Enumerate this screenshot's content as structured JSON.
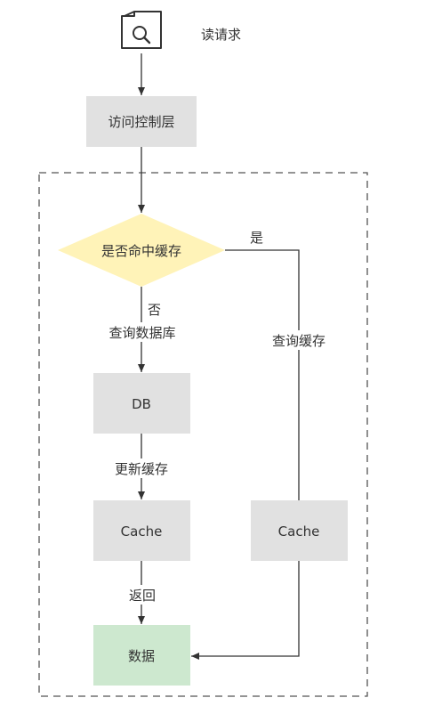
{
  "request": {
    "label": "读请求"
  },
  "nodes": {
    "access_layer": "访问控制层",
    "cache_check": "是否命中缓存",
    "db": "DB",
    "cache_left": "Cache",
    "cache_right": "Cache",
    "data": "数据"
  },
  "edges": {
    "no": "否",
    "query_db": "查询数据库",
    "yes": "是",
    "query_cache": "查询缓存",
    "update_cache": "更新缓存",
    "return": "返回"
  },
  "colors": {
    "box_fill": "#e1e1e1",
    "decision_fill": "#fff3b8",
    "data_fill": "#cde8cf",
    "line": "#333333",
    "dashed_border": "#555555"
  }
}
